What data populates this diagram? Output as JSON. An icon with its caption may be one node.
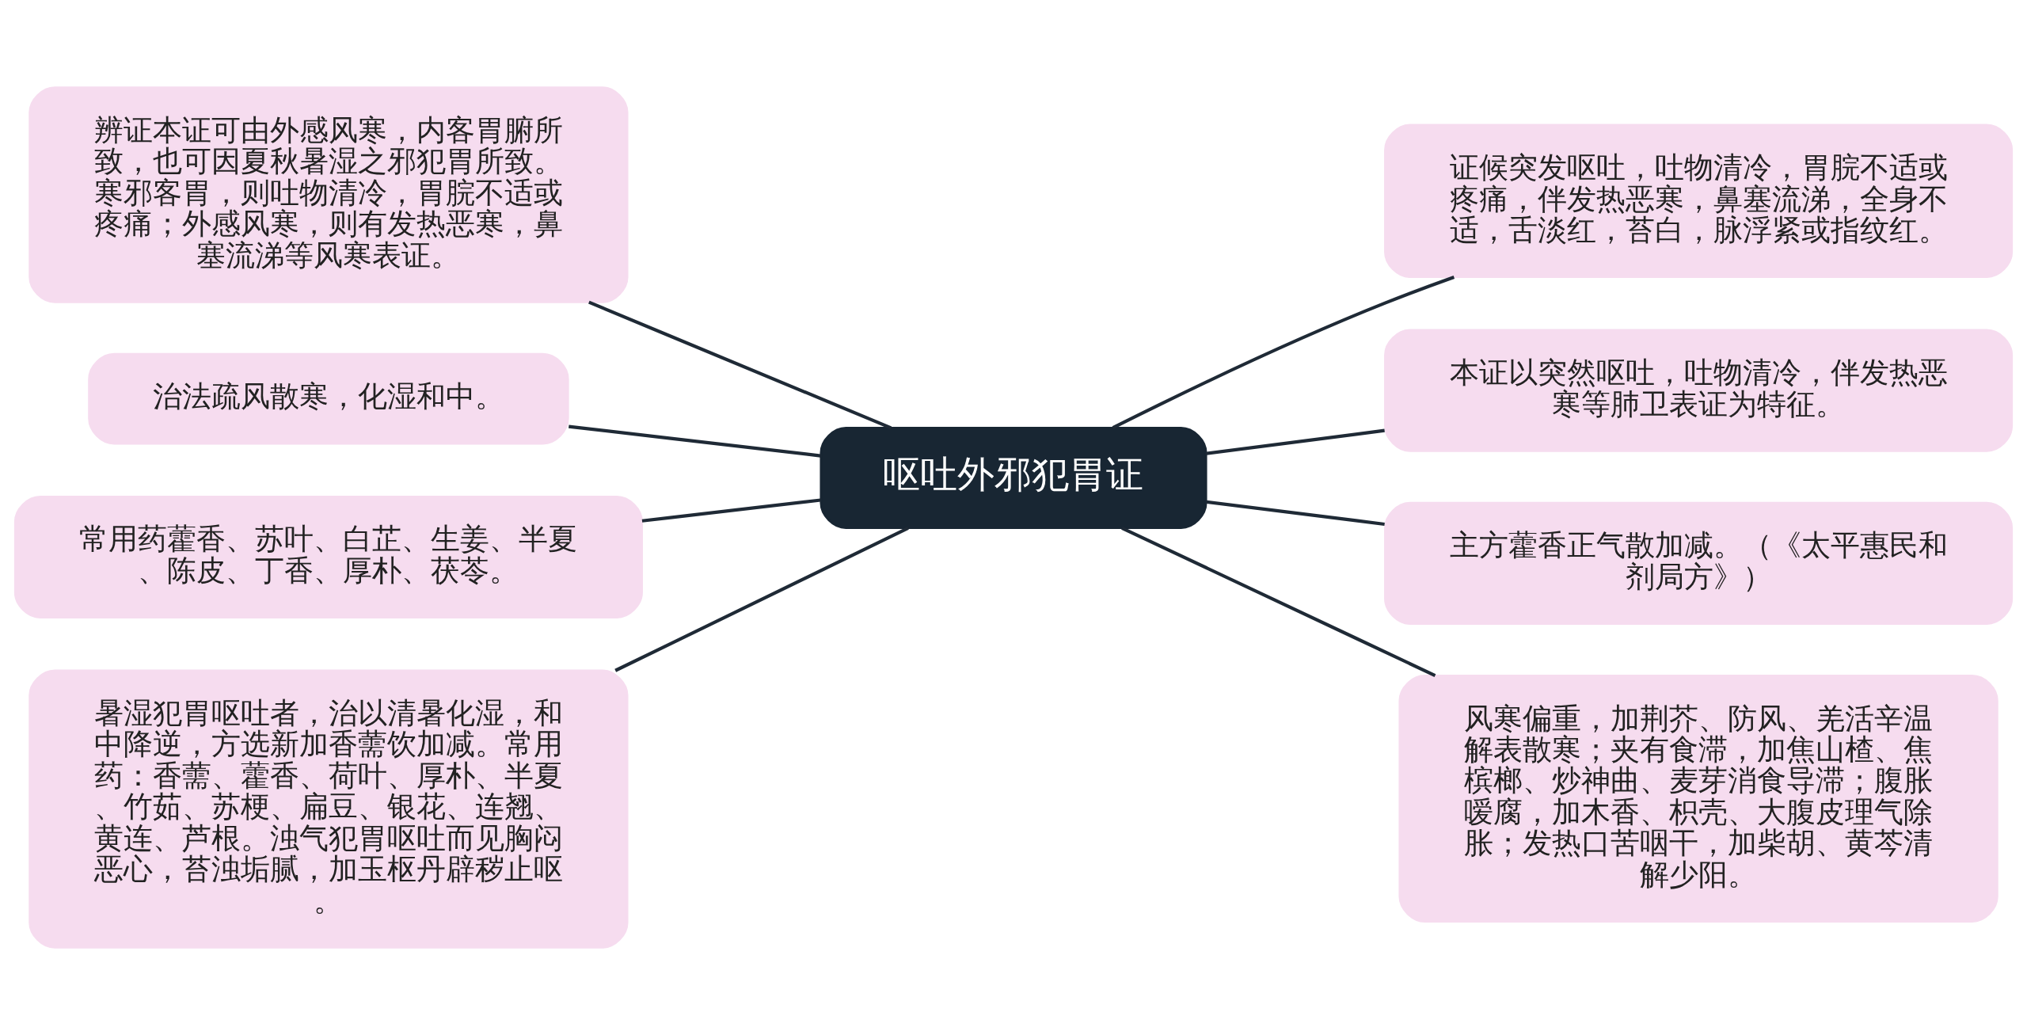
{
  "diagram": {
    "nodes": [
      {
        "text": [
          "呕吐外邪犯胃证"
        ]
      },
      {
        "text": [
          "辨证本证可由外感风寒，内客胃腑所致，也可因夏秋暑湿之邪犯胃所致。寒邪客胃，则吐物清冷，胃脘不适或疼痛；外感风寒，则有发热恶寒，鼻塞流涕等风寒表证。"
        ]
      },
      {
        "text": [
          "治法疏风散寒，化湿和中。"
        ]
      },
      {
        "text": [
          "常用药藿香、苏叶、白芷、生姜、半夏、陈皮、丁香、厚朴、茯苓。"
        ]
      },
      {
        "text": [
          "暑湿犯胃呕吐者，治以清暑化湿，和中降逆，方选新加香薷饮加减。常用药：香薷、藿香、荷叶、厚朴、半夏、竹茹、苏梗、扁豆、银花、连翘、黄连、芦根。浊气犯胃呕吐而见胸闷恶心，苔浊垢腻，加玉枢丹辟秽止呕。"
        ]
      },
      {
        "text": [
          "证候突发呕吐，吐物清冷，胃脘不适或疼痛，伴发热恶寒，鼻塞流涕，全身不适，舌淡红，苔白，脉浮紧或指纹红。"
        ]
      },
      {
        "text": [
          "本证以突然呕吐，吐物清冷，伴发热恶寒等肺卫表证为特征。"
        ]
      },
      {
        "text": [
          "主方藿香正气散加减。（《太平惠民和剂局方》）"
        ]
      },
      {
        "text": [
          "风寒偏重，加荆芥、防风、羌活辛温解表散寒；夹有食滞，加焦山楂、焦槟榔、炒神曲、麦芽消食导滞；腹胀嗳腐，加木香、枳壳、大腹皮理气除胀；发热口苦咽干，加柴胡、黄芩清解少阳。"
        ]
      }
    ],
    "edges": [
      {
        "from": 0,
        "to": 1,
        "arrow": "none"
      },
      {
        "from": 0,
        "to": 2,
        "arrow": "none"
      },
      {
        "from": 0,
        "to": 3,
        "arrow": "none"
      },
      {
        "from": 0,
        "to": 4,
        "arrow": "none"
      },
      {
        "from": 0,
        "to": 5,
        "arrow": "none"
      },
      {
        "from": 0,
        "to": 6,
        "arrow": "none"
      },
      {
        "from": 0,
        "to": 7,
        "arrow": "none"
      },
      {
        "from": 0,
        "to": 8,
        "arrow": "none"
      }
    ]
  }
}
